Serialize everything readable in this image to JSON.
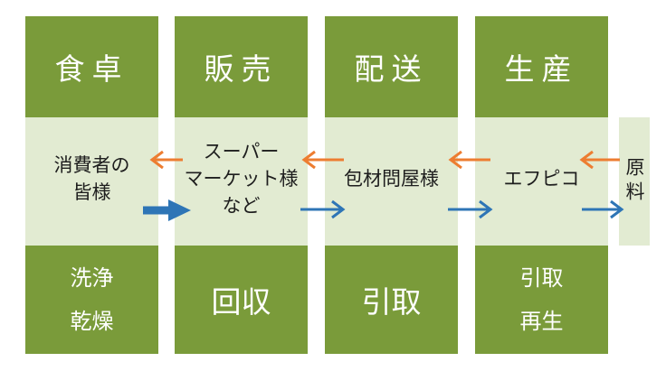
{
  "columns": [
    {
      "header": "食卓",
      "middle": [
        "消費者の",
        "皆様"
      ],
      "bottom": [
        "洗浄",
        "乾燥"
      ]
    },
    {
      "header": "販売",
      "middle": [
        "スーパー",
        "マーケット様",
        "など"
      ],
      "bottom": [
        "回収"
      ]
    },
    {
      "header": "配送",
      "middle": [
        "包材問屋様"
      ],
      "bottom": [
        "引取"
      ]
    },
    {
      "header": "生産",
      "middle": [
        "エフピコ"
      ],
      "bottom": [
        "引取",
        "再生"
      ]
    }
  ],
  "source": {
    "label": "原料"
  },
  "colors": {
    "header_green": "#7a9b3a",
    "middle_light": "#e2ebd2",
    "orange_arrow": "#ed7d31",
    "blue_arrow": "#2e75b6"
  }
}
